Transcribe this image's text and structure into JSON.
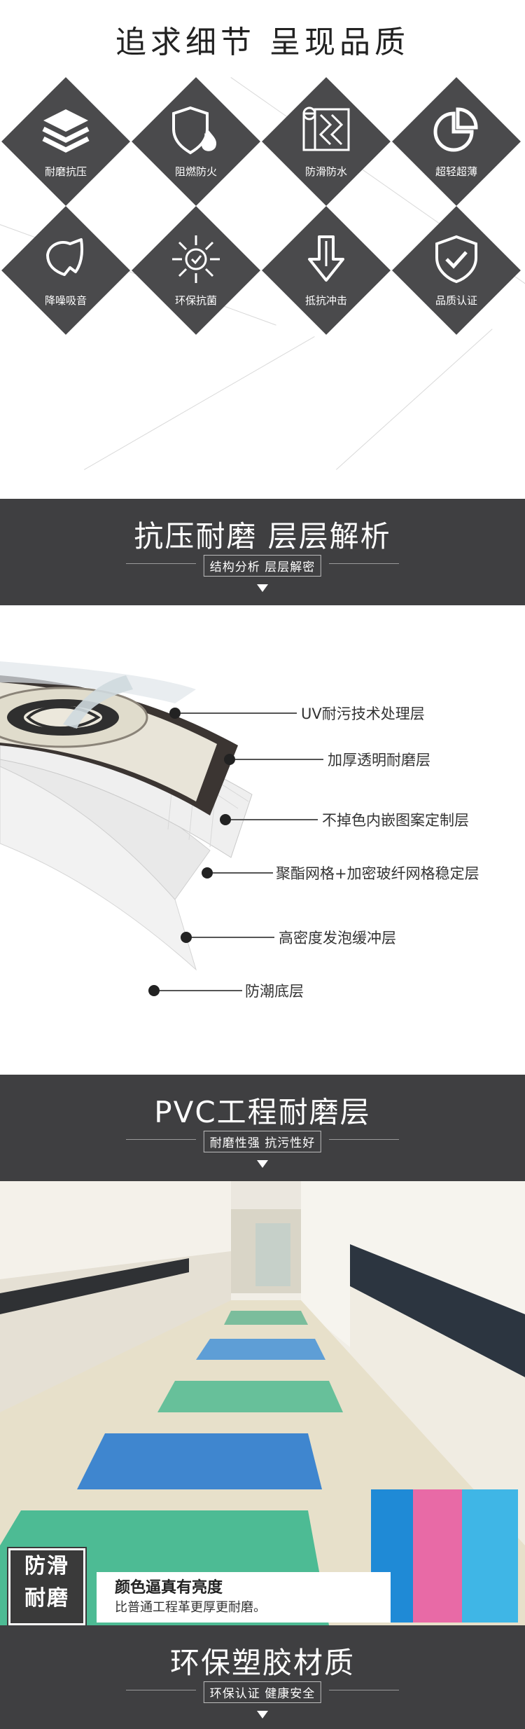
{
  "header": {
    "title": "追求细节  呈现品质"
  },
  "features": [
    {
      "label": "耐磨抗压",
      "icon": "layers-icon"
    },
    {
      "label": "阻燃防火",
      "icon": "shield-flame-icon"
    },
    {
      "label": "防滑防水",
      "icon": "roll-icon"
    },
    {
      "label": "超轻超薄",
      "icon": "pie-chart-icon"
    },
    {
      "label": "降噪吸音",
      "icon": "sound-icon"
    },
    {
      "label": "环保抗菌",
      "icon": "eco-sun-icon"
    },
    {
      "label": "抵抗冲击",
      "icon": "arrow-down-icon"
    },
    {
      "label": "品质认证",
      "icon": "shield-check-icon"
    }
  ],
  "section1": {
    "title": "抗压耐磨 层层解析",
    "subtitle": "结构分析 层层解密"
  },
  "layers": [
    {
      "label": "UV耐污技术处理层"
    },
    {
      "label": "加厚透明耐磨层"
    },
    {
      "label": "不掉色内嵌图案定制层"
    },
    {
      "label": "聚酯网格+加密玻纤网格稳定层"
    },
    {
      "label": "高密度发泡缓冲层"
    },
    {
      "label": "防潮底层"
    }
  ],
  "section2": {
    "title": "PVC工程耐磨层",
    "subtitle": "耐磨性强 抗污性好"
  },
  "photo": {
    "badge_line1": "防滑",
    "badge_line2": "耐磨",
    "caption_title": "颜色逼真有亮度",
    "caption_text": "比普通工程革更厚更耐磨。"
  },
  "section3": {
    "title": "环保塑胶材质",
    "subtitle": "环保认证  健康安全"
  },
  "colors": {
    "dark_band": "#3f3f41",
    "diamond": "#4a4a4c",
    "floor_green": "#4dbb94",
    "floor_blue": "#4d8fcf"
  }
}
